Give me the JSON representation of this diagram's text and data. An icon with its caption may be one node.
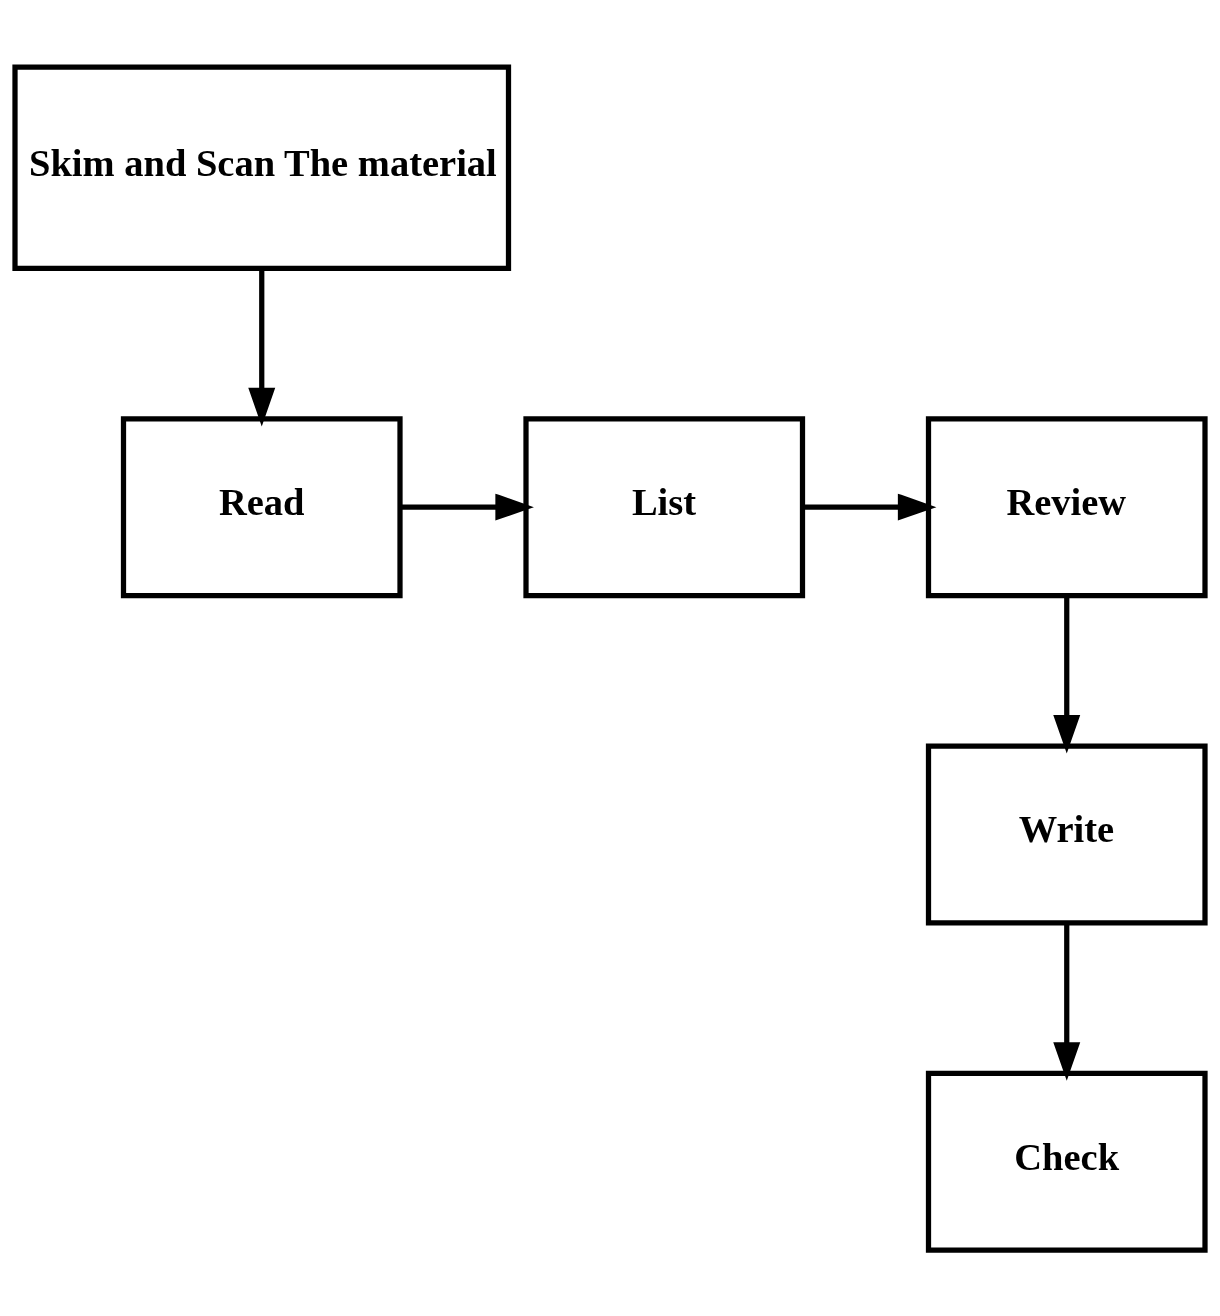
{
  "diagram": {
    "nodes": [
      {
        "text": [
          "Skim and Scan The material"
        ]
      },
      {
        "text": [
          "Read"
        ]
      },
      {
        "text": [
          "List"
        ]
      },
      {
        "text": [
          "Review"
        ]
      },
      {
        "text": [
          "Write"
        ]
      },
      {
        "text": [
          "Check"
        ]
      }
    ],
    "edges": [
      {
        "from": 0,
        "to": 1,
        "arrow": "to"
      },
      {
        "from": 1,
        "to": 2,
        "arrow": "to"
      },
      {
        "from": 2,
        "to": 3,
        "arrow": "to"
      },
      {
        "from": 3,
        "to": 4,
        "arrow": "to"
      },
      {
        "from": 4,
        "to": 5,
        "arrow": "to"
      }
    ]
  }
}
